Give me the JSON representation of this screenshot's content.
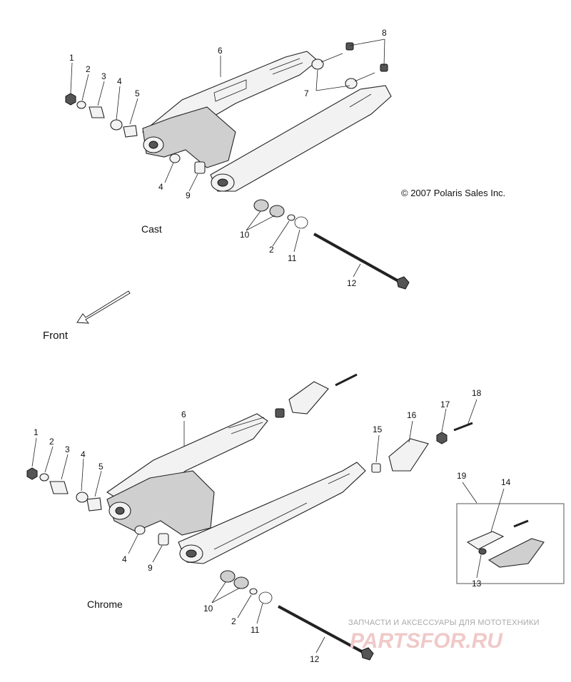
{
  "copyright": "© 2007 Polaris Sales Inc.",
  "direction_label": "Front",
  "sections": {
    "top": {
      "label": "Cast"
    },
    "bottom": {
      "label": "Chrome"
    }
  },
  "callouts": {
    "top": [
      "1",
      "2",
      "3",
      "4",
      "5",
      "6",
      "7",
      "8",
      "4",
      "9",
      "10",
      "2",
      "11",
      "12"
    ],
    "bottom": [
      "1",
      "2",
      "3",
      "4",
      "5",
      "6",
      "4",
      "9",
      "10",
      "2",
      "11",
      "12",
      "15",
      "16",
      "17",
      "18",
      "19",
      "14",
      "13"
    ]
  },
  "watermark": {
    "title": "ЗАПЧАСТИ И АКСЕССУАРЫ ДЛЯ МОТОТЕХНИКИ",
    "logo": "PARTSFOR.RU"
  }
}
